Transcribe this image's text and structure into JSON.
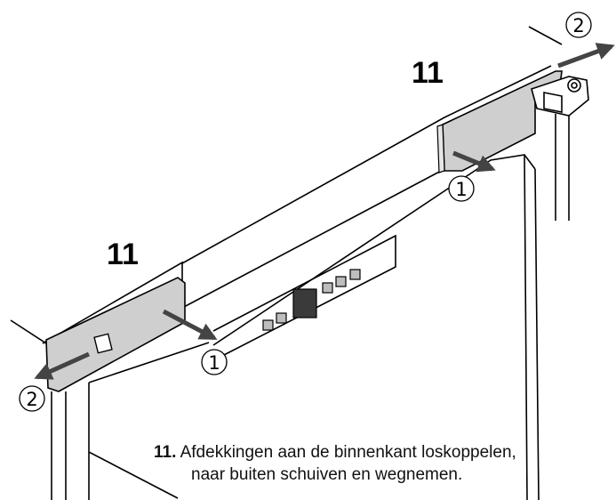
{
  "labels": {
    "part_top": "11",
    "part_left": "11"
  },
  "steps": {
    "step1_right": "1",
    "step1_left": "1",
    "step2_top": "2",
    "step2_left": "2"
  },
  "caption": {
    "number": "11.",
    "line1": "Afdekkingen aan de binnenkant loskoppelen,",
    "line2": "naar buiten schuiven en wegnemen."
  },
  "colors": {
    "cover_fill": "#cfcfcf",
    "line": "#000000",
    "arrow": "#4a4a4a"
  }
}
